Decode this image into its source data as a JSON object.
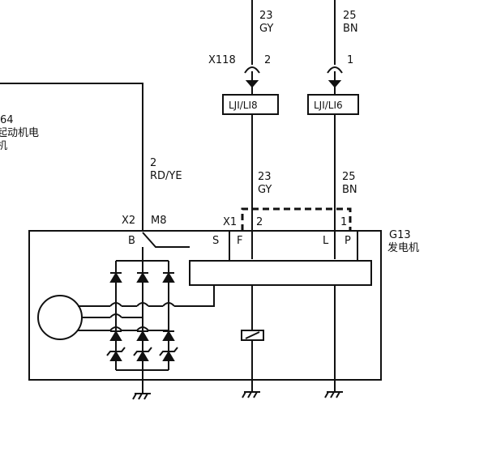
{
  "wires": {
    "left_top_number": "23",
    "left_top_color": "GY",
    "right_top_number": "25",
    "right_top_color": "BN",
    "left_mid_number": "23",
    "left_mid_color": "GY",
    "right_mid_number": "25",
    "right_mid_color": "BN",
    "b_wire_number": "2",
    "b_wire_color": "RD/YE"
  },
  "connectors": {
    "x118_label": "X118",
    "x118_pin_left": "2",
    "x118_pin_right": "1",
    "fuse_left": "LJI/LI8",
    "fuse_right": "LJI/LI6",
    "x1_label": "X1",
    "x1_pin_left": "2",
    "x1_pin_right": "1",
    "x2_label": "X2",
    "m8_label": "M8"
  },
  "component_left": {
    "line1": "64",
    "line2": "起动机电",
    "line3": "机"
  },
  "generator": {
    "id": "G13",
    "name": "发电机",
    "terminal_b": "B",
    "terminal_s": "S",
    "terminal_f": "F",
    "terminal_l": "L",
    "terminal_p": "P"
  }
}
